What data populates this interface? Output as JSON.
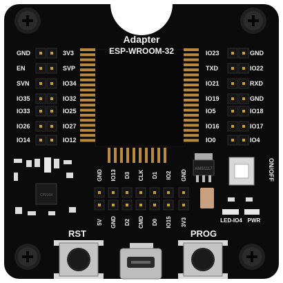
{
  "board": {
    "title": "Adapter",
    "module": "ESP-WROOM-32",
    "rst_label": "RST",
    "prog_label": "PROG",
    "onoff_label": "ON/OFF",
    "led_label": "LED-IO4",
    "pwr_label": "PWR",
    "regulator_label": "AMS1117"
  },
  "left_labels_outer": [
    "GND",
    "EN",
    "SVN",
    "IO35",
    "IO33",
    "IO26",
    "IO14"
  ],
  "left_labels_inner": [
    "3V3",
    "SVP",
    "IO34",
    "IO32",
    "IO25",
    "IO27",
    "IO12"
  ],
  "right_labels_inner": [
    "IO23",
    "TXD",
    "IO21",
    "IO19",
    "IO5",
    "IO16",
    "IO0"
  ],
  "right_labels_outer": [
    "GND",
    "IO22",
    "RXD",
    "GND",
    "IO18",
    "IO17",
    "IO4"
  ],
  "bottom_labels_top": [
    "GND",
    "IO13",
    "D3",
    "CLK",
    "D1",
    "IO2",
    "GND"
  ],
  "bottom_labels_bottom": [
    "5V",
    "GND",
    "D2",
    "CMD",
    "D0",
    "IO15",
    "3V3"
  ],
  "colors": {
    "pcb": "#0b0b0b",
    "silkscreen": "#f2f2f2",
    "header_pin": "#c9a227",
    "screw": "#2a2a2a",
    "background": "#ffffff"
  }
}
